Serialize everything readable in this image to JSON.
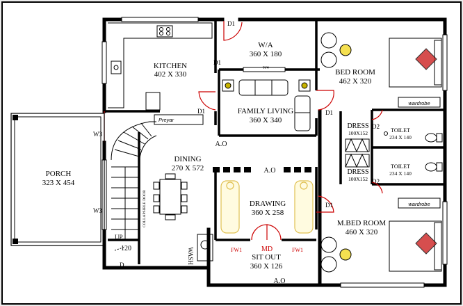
{
  "rooms": {
    "kitchen": {
      "name": "KITCHEN",
      "size": "402 X 330"
    },
    "wa": {
      "name": "W/A",
      "size": "360 X 180"
    },
    "bedroom": {
      "name": "BED ROOM",
      "size": "462 X 320"
    },
    "family": {
      "name": "FAMILY LIVING",
      "size": "360 X 340"
    },
    "dining": {
      "name": "DINING",
      "size": "270 X 572"
    },
    "drawing": {
      "name": "DRAWING",
      "size": "360 X 258"
    },
    "porch": {
      "name": "PORCH",
      "size": "323 X 454"
    },
    "mbed": {
      "name": "M.BED ROOM",
      "size": "460 X 320"
    },
    "sitout": {
      "name": "SIT OUT",
      "size": "360 X 126"
    },
    "dress1": {
      "name": "DRESS",
      "size": "100X152"
    },
    "dress2": {
      "name": "DRESS",
      "size": "100X152"
    },
    "toilet1": {
      "name": "TOILET",
      "size": "234 X 140"
    },
    "toilet2": {
      "name": "TOILET",
      "size": "234 X 140"
    }
  },
  "labels": {
    "d1": "D1",
    "d2": "D2",
    "w3": "W3",
    "w4": "W4",
    "ao": "A.O",
    "fw1": "FW1",
    "md": "MD",
    "up": "UP",
    "d": "D",
    "n120": "120",
    "wash": "WASH",
    "preyar": "Preyar",
    "wardrobe": "wardrobe",
    "collapsible": "COLLAPSIBLE DOOR"
  },
  "colors": {
    "wall": "#000000",
    "door": "#cc0000",
    "sofa": "#e8d870",
    "bed": "#cc2222",
    "accent": "#c8b400"
  }
}
